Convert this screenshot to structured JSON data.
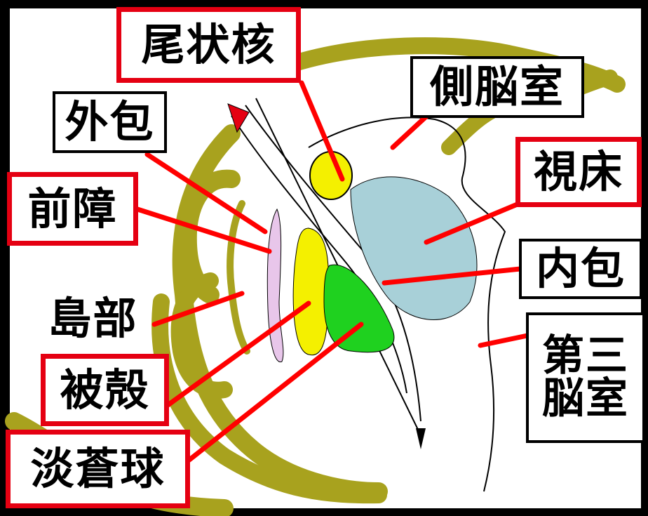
{
  "labels": {
    "caudate_nucleus": "尾状核",
    "lateral_ventricle": "側脳室",
    "external_capsule": "外包",
    "thalamus": "視床",
    "claustrum": "前障",
    "internal_capsule": "内包",
    "insula": "島部",
    "third_ventricle_line1": "第三",
    "third_ventricle_line2": "脳室",
    "putamen": "被殻",
    "globus_pallidus": "淡蒼球"
  },
  "colors": {
    "cortex": "#a8a21e",
    "caudate": "#f4f000",
    "putamen": "#f4f000",
    "globus_pallidus": "#1fd11f",
    "thalamus": "#a8d0d8",
    "claustrum": "#e8c6ea",
    "highlight_border": "#e50012",
    "pointer_line": "#ff0000"
  }
}
